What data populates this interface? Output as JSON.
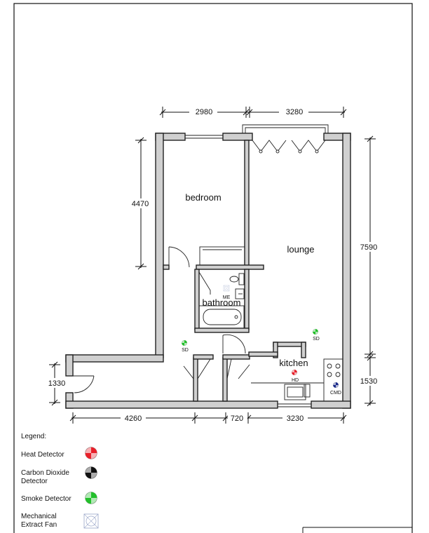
{
  "dimensions": {
    "top_left": "2980",
    "top_right": "3280",
    "left_upper": "4470",
    "right_main": "7590",
    "left_lower": "1330",
    "right_lower": "1530",
    "bottom_left": "4260",
    "bottom_mid": "720",
    "bottom_right": "3230"
  },
  "rooms": {
    "bedroom": "bedroom",
    "lounge": "lounge",
    "bathroom": "bathroom",
    "kitchen": "kitchen"
  },
  "devices": {
    "me": "ME",
    "sd": "SD",
    "hd": "HD",
    "cmd": "CMD"
  },
  "legend": {
    "title": "Legend:",
    "items": [
      {
        "line1": "Heat Detector",
        "line2": "",
        "color": "#e8202a"
      },
      {
        "line1": "Carbon Dioxide",
        "line2": "Detector",
        "color": "#111111"
      },
      {
        "line1": "Smoke Detector",
        "line2": "",
        "color": "#22c02a"
      },
      {
        "line1": "Mechanical",
        "line2": "Extract Fan",
        "color": "#9aa6c8"
      }
    ]
  }
}
